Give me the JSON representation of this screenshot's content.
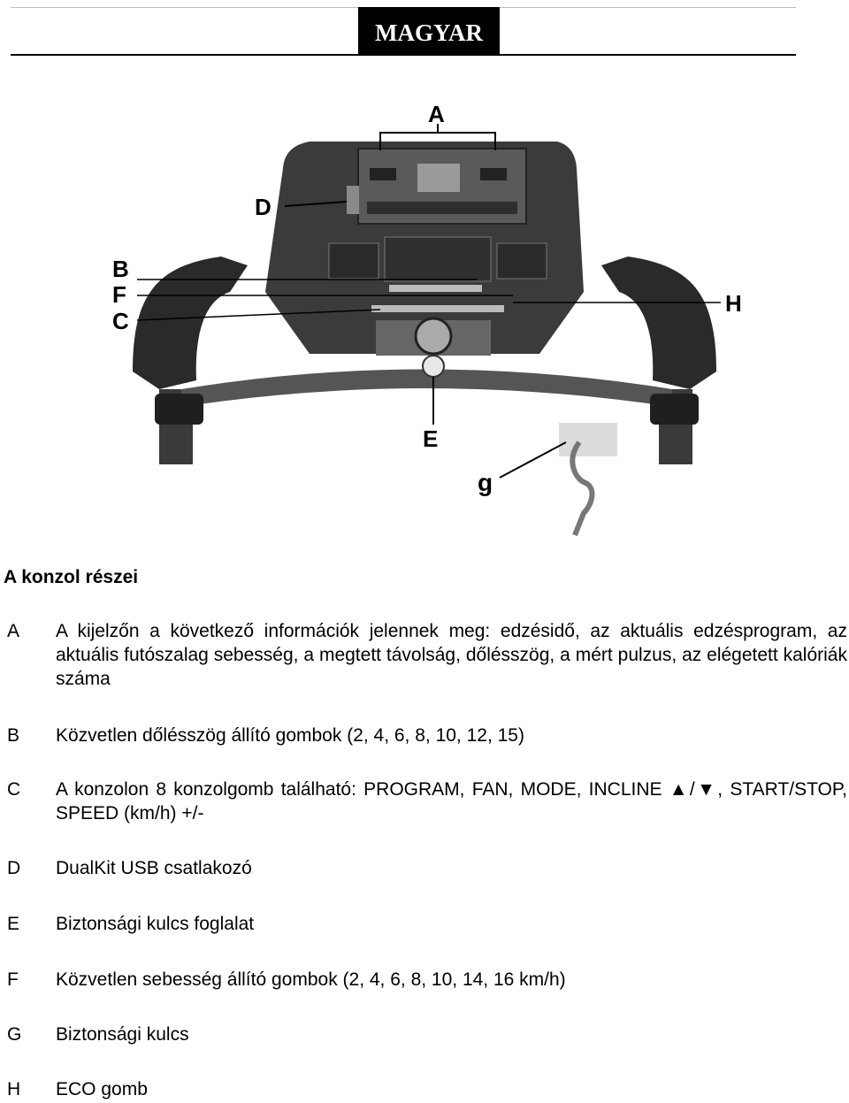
{
  "header": {
    "language": "MAGYAR"
  },
  "figure": {
    "callouts": [
      "A",
      "B",
      "F",
      "C",
      "D",
      "E",
      "H",
      "g"
    ],
    "colors": {
      "frame": "#222222",
      "panel": "#4a4a4a",
      "rail": "#6e6e6e",
      "light": "#bdbdbd"
    }
  },
  "section_title": "A konzol részei",
  "items": [
    {
      "letter": "A",
      "text": "A kijelzőn a következő információk jelennek meg: edzésidő, az aktuális edzésprogram, az aktuális futószalag sebesség, a megtett távolság, dőlésszög, a mért pulzus, az elégetett kalóriák száma"
    },
    {
      "letter": "B",
      "text": "Közvetlen dőlésszög állító gombok (2, 4, 6, 8, 10, 12, 15)"
    },
    {
      "letter": "C",
      "text": "A konzolon 8 konzolgomb található: PROGRAM, FAN, MODE, INCLINE ▲/▼, START/STOP, SPEED (km/h) +/-"
    },
    {
      "letter": "D",
      "text": "DualKit USB csatlakozó"
    },
    {
      "letter": "E",
      "text": "Biztonsági kulcs foglalat"
    },
    {
      "letter": "F",
      "text": "Közvetlen sebesség állító gombok (2, 4, 6, 8, 10, 14, 16 km/h)"
    },
    {
      "letter": "G",
      "text": "Biztonsági kulcs"
    },
    {
      "letter": "H",
      "text": "ECO gomb"
    }
  ]
}
